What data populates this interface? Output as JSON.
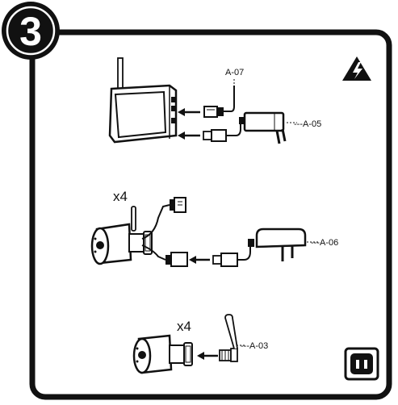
{
  "step": {
    "number": "3"
  },
  "monitor": {
    "cable_label": "A-07",
    "adapter_label": "---A-05"
  },
  "camera_power": {
    "quantity": "x4",
    "adapter_label": "---A-06"
  },
  "camera_antenna": {
    "quantity": "x4",
    "antenna_label": "---A-03"
  },
  "icons": {
    "warning": "high-voltage-warning-icon",
    "outlet": "power-outlet-icon"
  },
  "colors": {
    "ink": "#111111",
    "paper": "#ffffff"
  }
}
